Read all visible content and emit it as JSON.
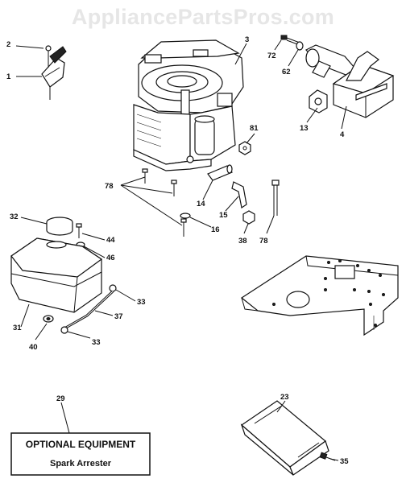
{
  "watermark": "AppliancePartsPros.com",
  "optional_box": {
    "title": "OPTIONAL EQUIPMENT",
    "subtitle": "Spark Arrester"
  },
  "callouts": [
    {
      "id": "c2",
      "label": "2"
    },
    {
      "id": "c1",
      "label": "1"
    },
    {
      "id": "c3",
      "label": "3"
    },
    {
      "id": "c72",
      "label": "72"
    },
    {
      "id": "c62",
      "label": "62"
    },
    {
      "id": "c13",
      "label": "13"
    },
    {
      "id": "c4",
      "label": "4"
    },
    {
      "id": "c81",
      "label": "81"
    },
    {
      "id": "c78a",
      "label": "78"
    },
    {
      "id": "c14",
      "label": "14"
    },
    {
      "id": "c15",
      "label": "15"
    },
    {
      "id": "c16",
      "label": "16"
    },
    {
      "id": "c38",
      "label": "38"
    },
    {
      "id": "c78b",
      "label": "78"
    },
    {
      "id": "c32",
      "label": "32"
    },
    {
      "id": "c44",
      "label": "44"
    },
    {
      "id": "c46",
      "label": "46"
    },
    {
      "id": "c33a",
      "label": "33"
    },
    {
      "id": "c37",
      "label": "37"
    },
    {
      "id": "c31",
      "label": "31"
    },
    {
      "id": "c40",
      "label": "40"
    },
    {
      "id": "c33b",
      "label": "33"
    },
    {
      "id": "c29",
      "label": "29"
    },
    {
      "id": "c23",
      "label": "23"
    },
    {
      "id": "c35",
      "label": "35"
    }
  ]
}
